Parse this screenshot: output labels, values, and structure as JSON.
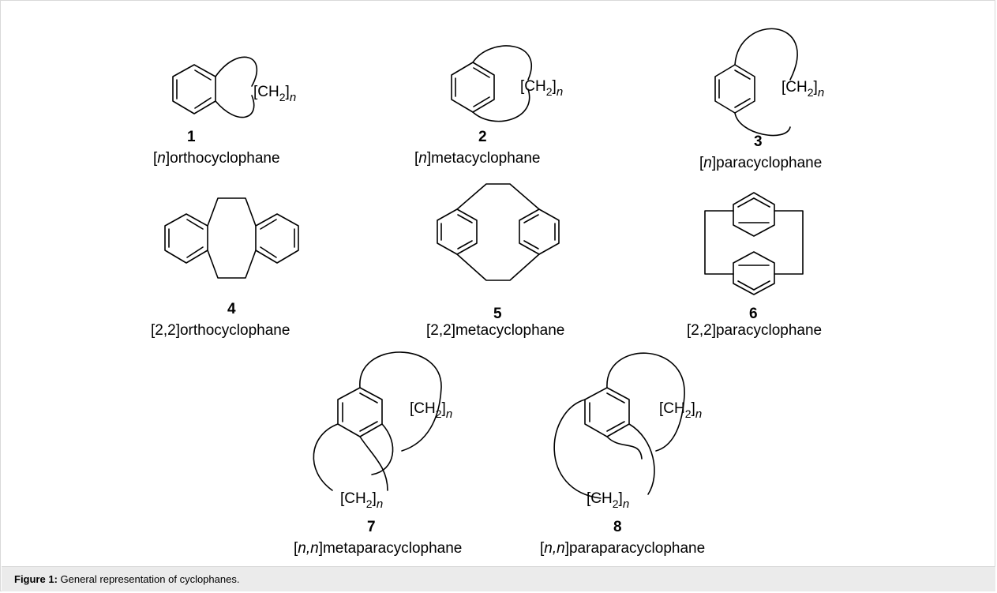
{
  "figure": {
    "caption_label": "Figure 1:",
    "caption_text": "General representation of cyclophanes."
  },
  "tether": {
    "prefix": "[CH",
    "subscript": "2",
    "suffix": "]",
    "repeat": "n"
  },
  "compounds": [
    {
      "number": "1",
      "name_italic": "n",
      "name_rest": "]orthocyclophane"
    },
    {
      "number": "2",
      "name_italic": "n",
      "name_rest": "]metacyclophane"
    },
    {
      "number": "3",
      "name_italic": "n",
      "name_rest": "]paracyclophane"
    },
    {
      "number": "4",
      "name": "[2,2]orthocyclophane"
    },
    {
      "number": "5",
      "name": "[2,2]metacyclophane"
    },
    {
      "number": "6",
      "name": "[2,2]paracyclophane"
    },
    {
      "number": "7",
      "name_italic": "n,n",
      "name_rest": "]metaparacyclophane"
    },
    {
      "number": "8",
      "name_italic": "n,n",
      "name_rest": "]paraparacyclophane"
    }
  ]
}
